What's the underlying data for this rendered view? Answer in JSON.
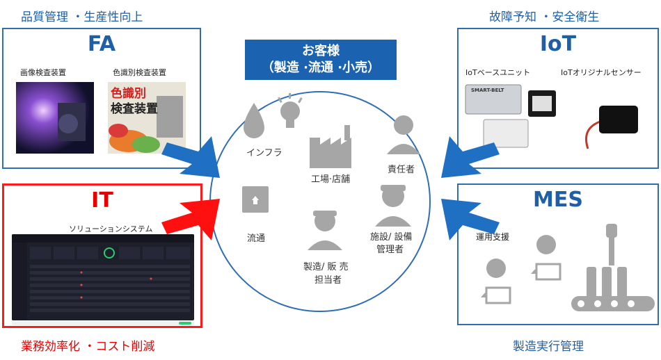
{
  "headings": {
    "top_left": "品質管理 ・生産性向上",
    "top_right": "故障予知 ・安全衛生",
    "bottom_left": "業務効率化 ・コスト削減",
    "bottom_right": "製造実行管理"
  },
  "fa": {
    "title": "FA",
    "item1": "画像検査装置",
    "item2": "色識別検査装置",
    "photo2_text1": "色識別",
    "photo2_text2": "検査装置"
  },
  "iot": {
    "title": "IoT",
    "item1": "IoTベースユニット",
    "item2": "IoTオリジナルセンサー",
    "device_label": "SMART-BELT"
  },
  "it": {
    "title": "IT",
    "item1": "ソリューションシステム"
  },
  "mes": {
    "title": "MES",
    "item1": "運用支援"
  },
  "center": {
    "title_line1": "お客様",
    "title_line2": "（製造 ·流通 ·小売）",
    "label_infra": "インフラ",
    "label_factory": "工場·店舗",
    "label_manager": "責任者",
    "label_logistics": "流通",
    "label_facility1": "施設/ 設備",
    "label_facility2": "管理者",
    "label_sales1": "製造/ 販 売",
    "label_sales2": "担当者"
  },
  "colors": {
    "blue": "#1f5fa8",
    "red": "#e60000",
    "icon_gray": "#a6a6a6"
  }
}
